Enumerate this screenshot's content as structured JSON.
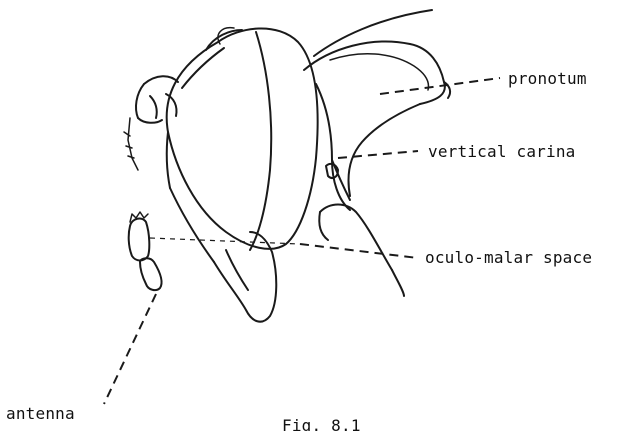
{
  "labels": {
    "pronotum": "pronotum",
    "vertical_carina": "vertical carina",
    "oculo_malar_space": "oculo-malar space",
    "antenna": "antenna"
  },
  "figure_caption": "Fig. 8.1"
}
